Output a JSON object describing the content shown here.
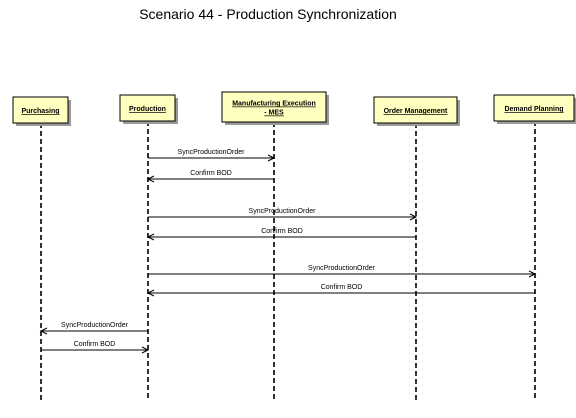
{
  "title": "Scenario 44 - Production Synchronization",
  "colors": {
    "box_fill": "#ffffc0",
    "line": "#000000"
  },
  "participants": [
    {
      "id": "purchasing",
      "lines": [
        "Purchasing"
      ]
    },
    {
      "id": "production",
      "lines": [
        "Production"
      ]
    },
    {
      "id": "mes",
      "lines": [
        "Manufacturing Execution",
        "- MES"
      ]
    },
    {
      "id": "order-management",
      "lines": [
        "Order Management"
      ]
    },
    {
      "id": "demand-planning",
      "lines": [
        "Demand Planning"
      ]
    }
  ],
  "messages": [
    {
      "from": "production",
      "to": "mes",
      "label": "SyncProductionOrder"
    },
    {
      "from": "mes",
      "to": "production",
      "label": "Confirm BOD"
    },
    {
      "from": "production",
      "to": "order-management",
      "label": "SyncProductionOrder"
    },
    {
      "from": "order-management",
      "to": "production",
      "label": "Confirm BOD"
    },
    {
      "from": "production",
      "to": "demand-planning",
      "label": "SyncProductionOrder"
    },
    {
      "from": "demand-planning",
      "to": "production",
      "label": "Confirm BOD"
    },
    {
      "from": "production",
      "to": "purchasing",
      "label": "SyncProductionOrder"
    },
    {
      "from": "purchasing",
      "to": "production",
      "label": "Confirm BOD"
    }
  ]
}
